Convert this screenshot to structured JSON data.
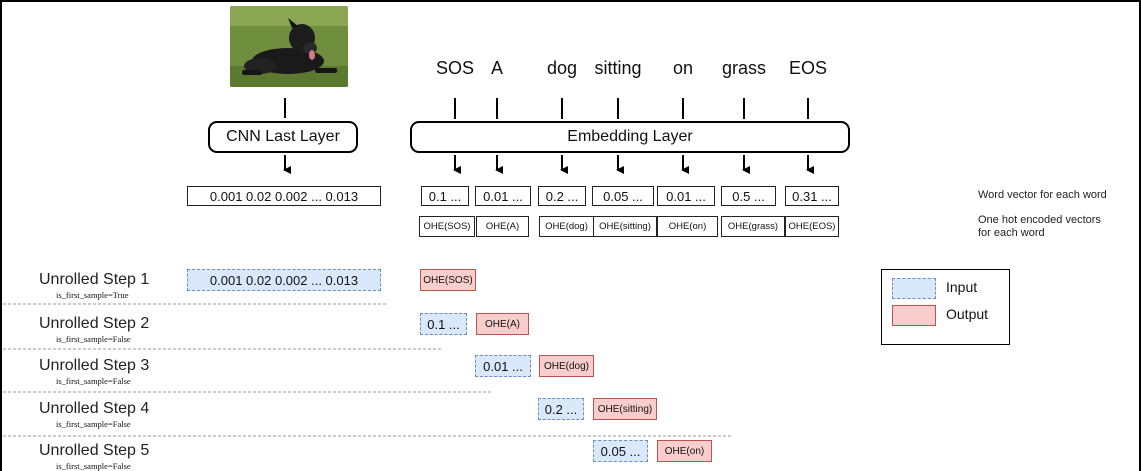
{
  "caption_words": [
    "SOS",
    "A",
    "dog",
    "sitting",
    "on",
    "grass",
    "EOS"
  ],
  "cnn_layer_label": "CNN Last Layer",
  "embedding_layer_label": "Embedding Layer",
  "cnn_vector": "0.001 0.02 0.002 ... 0.013",
  "word_vectors": [
    "0.1 ...",
    "0.01 ...",
    "0.2 ...",
    "0.05 ...",
    "0.01 ...",
    "0.5 ...",
    "0.31 ..."
  ],
  "ohe_labels": [
    "OHE(SOS)",
    "OHE(A)",
    "OHE(dog)",
    "OHE(sitting)",
    "OHE(on)",
    "OHE(grass)",
    "OHE(EOS)"
  ],
  "notes": {
    "word_vector": "Word vector for each word",
    "one_hot": "One hot encoded vectors for each word"
  },
  "steps": [
    {
      "title": "Unrolled Step 1",
      "flag": "is_first_sample=True",
      "input": "0.001 0.02 0.002 ... 0.013",
      "output": "OHE(SOS)"
    },
    {
      "title": "Unrolled Step 2",
      "flag": "is_first_sample=False",
      "input": "0.1 ...",
      "output": "OHE(A)"
    },
    {
      "title": "Unrolled Step 3",
      "flag": "is_first_sample=False",
      "input": "0.01 ...",
      "output": "OHE(dog)"
    },
    {
      "title": "Unrolled Step 4",
      "flag": "is_first_sample=False",
      "input": "0.2 ...",
      "output": "OHE(sitting)"
    },
    {
      "title": "Unrolled Step 5",
      "flag": "is_first_sample=False",
      "input": "0.05 ...",
      "output": "OHE(on)"
    }
  ],
  "legend": {
    "input": "Input",
    "output": "Output"
  },
  "colors": {
    "input_fill": "#dae8fc",
    "input_border": "#6c8ebf",
    "output_fill": "#f8cecc",
    "output_border": "#b85450"
  }
}
